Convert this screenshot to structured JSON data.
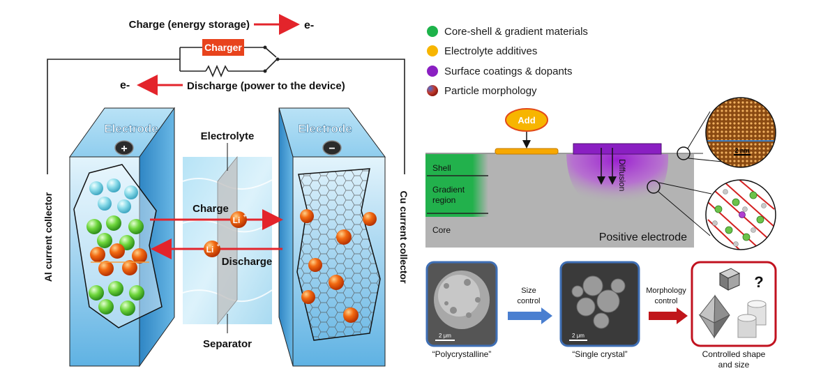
{
  "battery": {
    "charge_label": "Charge (energy storage)",
    "charge_electron": "e-",
    "charger_label": "Charger",
    "discharge_label": "Discharge (power to the device)",
    "discharge_electron": "e-",
    "electrolyte_label": "Electrolyte",
    "separator_label": "Separator",
    "left_electrode_label": "Electrode",
    "right_electrode_label": "Electrode",
    "left_collector": "Al current collector",
    "right_collector": "Cu current collector",
    "charge_arrow_label": "Charge",
    "discharge_arrow_label": "Discharge",
    "li_ion": "Li",
    "li_charge": "+",
    "plus_symbol": "+",
    "minus_symbol": "−"
  },
  "legend": [
    {
      "label": "Core-shell & gradient materials",
      "color": "#1db34a"
    },
    {
      "label": "Electrolyte additives",
      "color": "#f7b500"
    },
    {
      "label": "Surface coatings & dopants",
      "color": "#8a1fc2"
    },
    {
      "label": "Particle morphology",
      "color": "#c0392b"
    }
  ],
  "electrode_panel": {
    "add_label": "Add",
    "diffusion_label": "Diffusion",
    "shell_label": "Shell",
    "gradient_label_1": "Gradient",
    "gradient_label_2": "region",
    "core_label": "Core",
    "positive_label": "Positive electrode",
    "scale_bar": "2 nm"
  },
  "morphology": {
    "poly_caption": "“Polycrystalline”",
    "size_control_1": "Size",
    "size_control_2": "control",
    "single_caption": "“Single crystal”",
    "morph_control_1": "Morphology",
    "morph_control_2": "control",
    "controlled_caption_1": "Controlled shape",
    "controlled_caption_2": "and size",
    "question_mark": "?",
    "scale_bar_1": "2 μm",
    "scale_bar_2": "2 μm"
  },
  "colors": {
    "electrode_blue": "#7cc3ea",
    "charger_red": "#e8431c",
    "arrow_red": "#e3242b",
    "arrow_blue": "#4a7fd0",
    "arrow_darkred": "#c0161b",
    "electrode_gray": "#b3b3b3",
    "frame_red": "#c1121f",
    "frame_blue": "#3f6fb5"
  }
}
